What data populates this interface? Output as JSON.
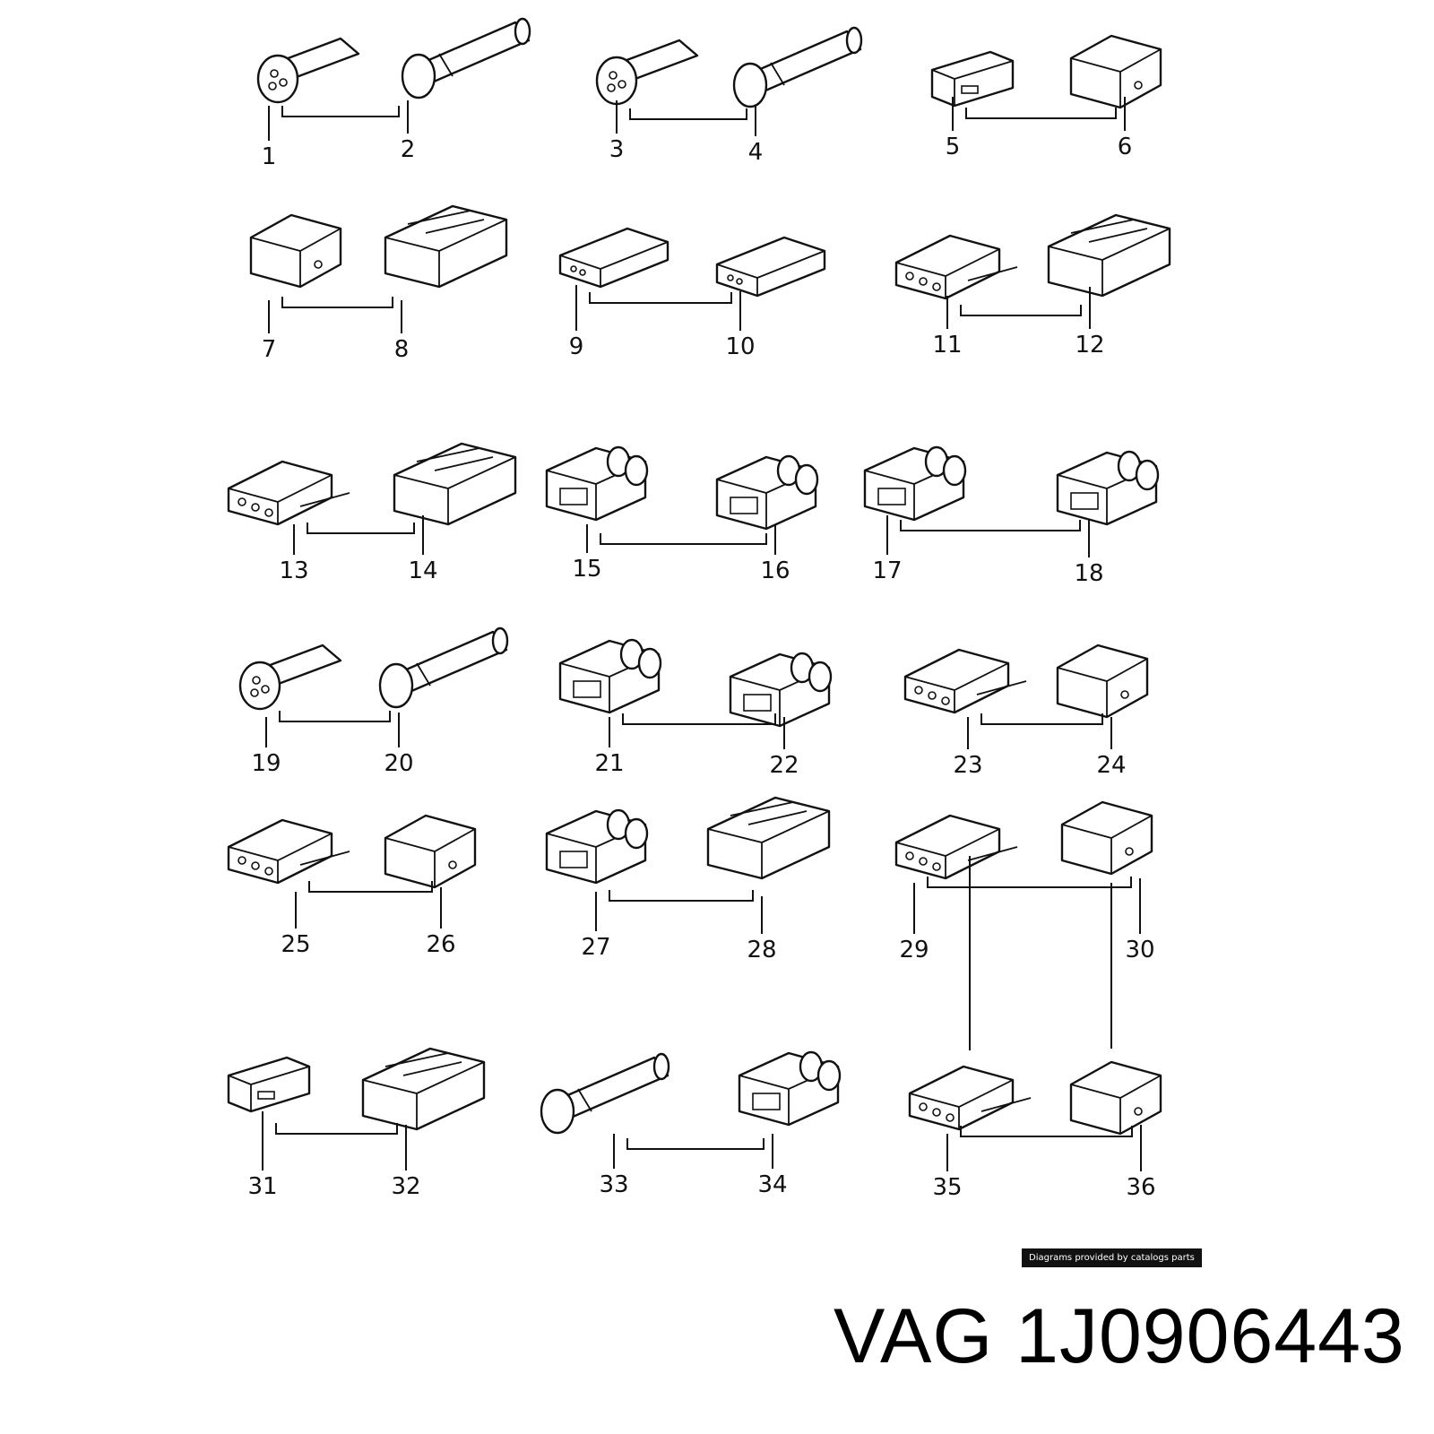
{
  "diagram": {
    "callouts": [
      "1",
      "2",
      "3",
      "4",
      "5",
      "6",
      "7",
      "8",
      "9",
      "10",
      "11",
      "12",
      "13",
      "14",
      "15",
      "16",
      "17",
      "18",
      "19",
      "20",
      "21",
      "22",
      "23",
      "24",
      "25",
      "26",
      "27",
      "28",
      "29",
      "30",
      "31",
      "32",
      "33",
      "34",
      "35",
      "36"
    ]
  },
  "credit": "Diagrams provided by catalogs parts",
  "part_label": "VAG 1J0906443"
}
